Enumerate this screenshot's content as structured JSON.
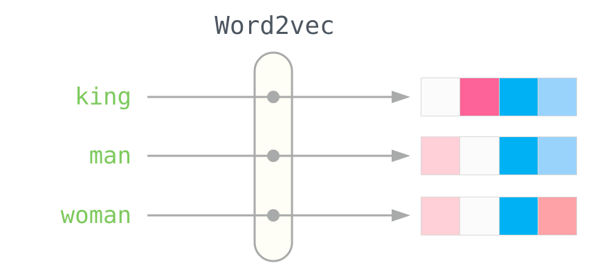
{
  "title": "Word2vec",
  "rows": [
    {
      "word": "king",
      "vector": [
        "#fbfbfb",
        "#fd6398",
        "#00b2f3",
        "#99d3fc"
      ]
    },
    {
      "word": "man",
      "vector": [
        "#ffd0d8",
        "#fbfbfb",
        "#00b2f3",
        "#99d3fc"
      ]
    },
    {
      "word": "woman",
      "vector": [
        "#ffd0d8",
        "#fbfbfb",
        "#00b2f3",
        "#ffa2a8"
      ]
    }
  ],
  "colors": {
    "word_green": "#7dc95d",
    "title_gray": "#4d5660",
    "arrow_gray": "#a9abaa",
    "capsule_fill": "#fffef6",
    "cell_border": "#d8d8d8"
  }
}
